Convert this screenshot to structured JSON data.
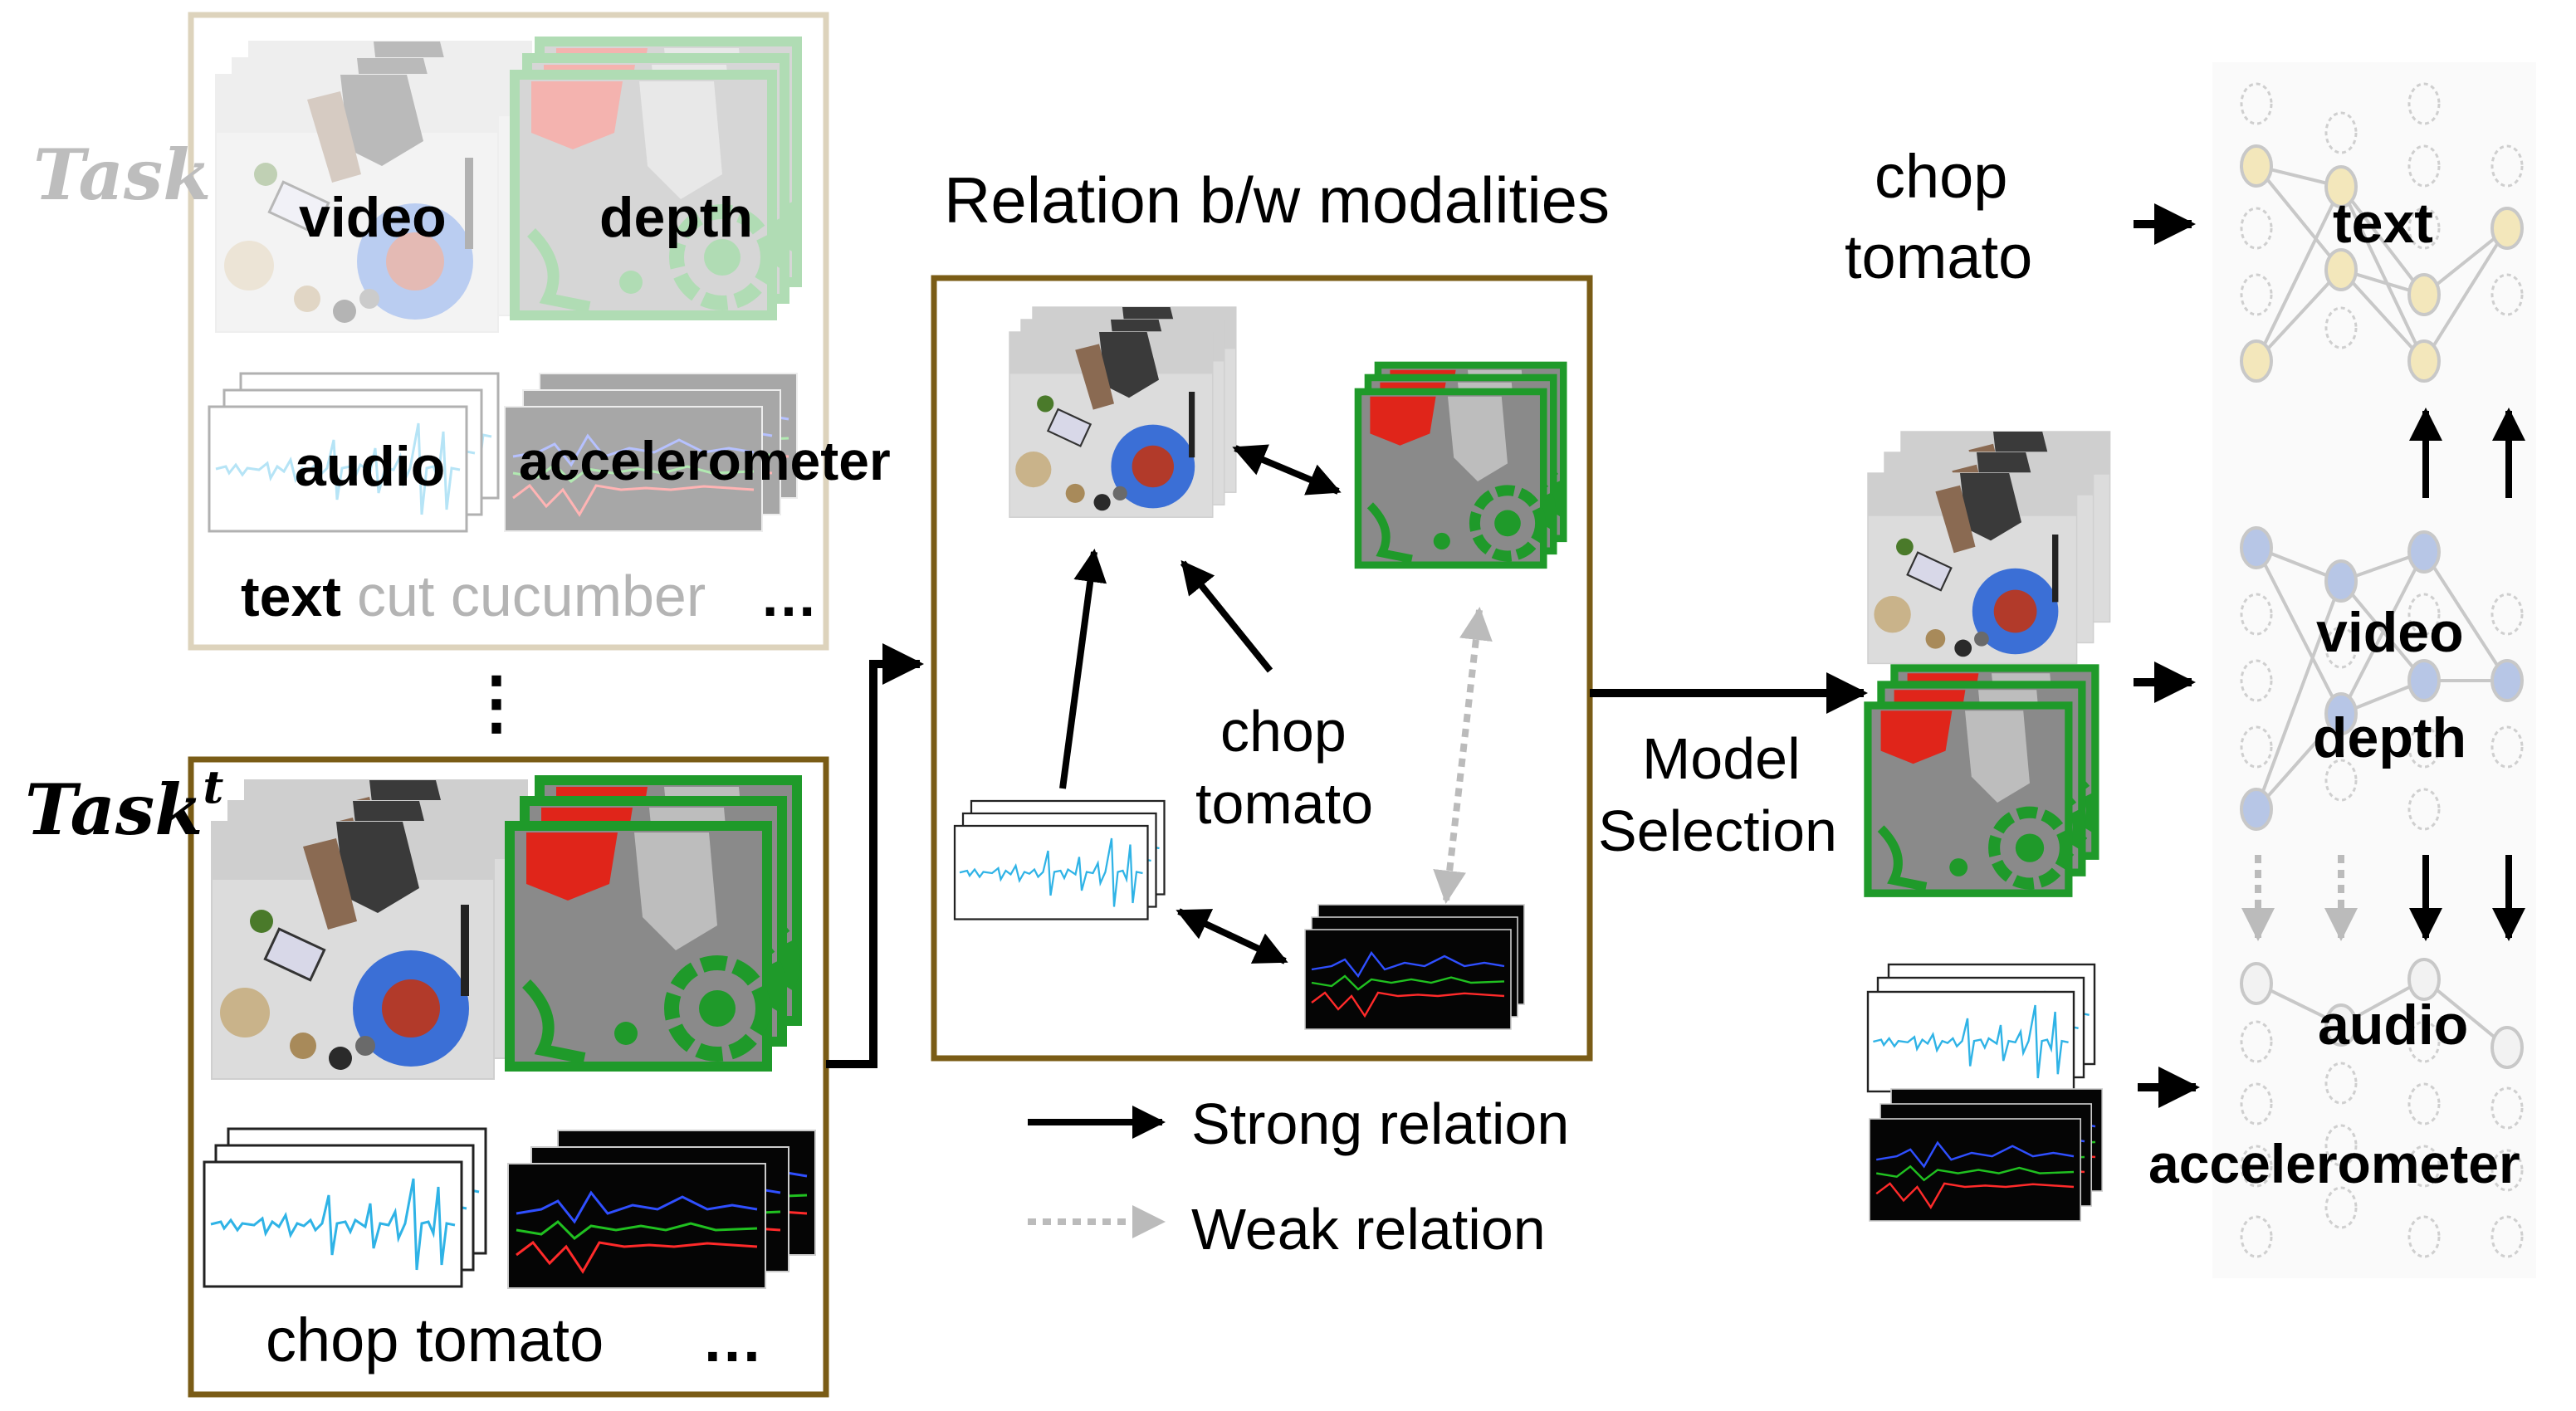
{
  "task_prev": {
    "title": "Task",
    "video_label": "video",
    "depth_label": "depth",
    "audio_label": "audio",
    "accel_label": "accelerometer",
    "text_label": "text",
    "text_value": "cut cucumber",
    "ellipsis": "…"
  },
  "vertical_ellipsis": "⋮",
  "task_t": {
    "title": "Task",
    "superscript": "t",
    "caption": "chop tomato",
    "ellipsis": "…"
  },
  "relation": {
    "title": "Relation b/w modalities",
    "center_label_line1": "chop",
    "center_label_line2": "tomato"
  },
  "legend": {
    "strong": "Strong relation",
    "weak": "Weak relation"
  },
  "model_selection": {
    "line1": "Model",
    "line2": "Selection"
  },
  "right": {
    "query_line1": "chop",
    "query_line2": "tomato",
    "text_label": "text",
    "video_label": "video",
    "depth_label": "depth",
    "audio_label": "audio",
    "accel_label": "accelerometer"
  },
  "colors": {
    "task_prev_border": "#ddd3bc",
    "task_t_border": "#7a5c16",
    "relation_border": "#7a5c16",
    "depth_green": "#1f9a2a",
    "depth_red": "#e0251a",
    "audio_wave": "#2fb3e6",
    "plate_blue": "#3b6fd6",
    "node_yellow": "#f3e7bb",
    "node_blue": "#b7c6e6",
    "node_gray": "#cccccc"
  }
}
